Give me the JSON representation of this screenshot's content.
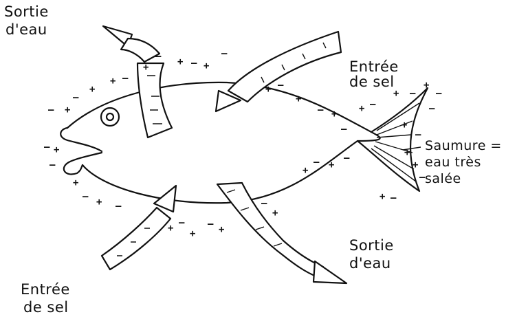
{
  "labels": {
    "water_out_top": [
      "Sortie",
      "d'eau"
    ],
    "salt_in_top": [
      "Entrée",
      "de sel"
    ],
    "brine": [
      "Saumure =",
      "eau très",
      "salée"
    ],
    "water_out_bottom": [
      "Sortie",
      "d'eau"
    ],
    "salt_in_bottom": [
      "Entrée",
      "de sel"
    ]
  },
  "signs": {
    "plus": "+",
    "minus": "–"
  },
  "colors": {
    "ink": "#111111",
    "background": "#ffffff"
  }
}
